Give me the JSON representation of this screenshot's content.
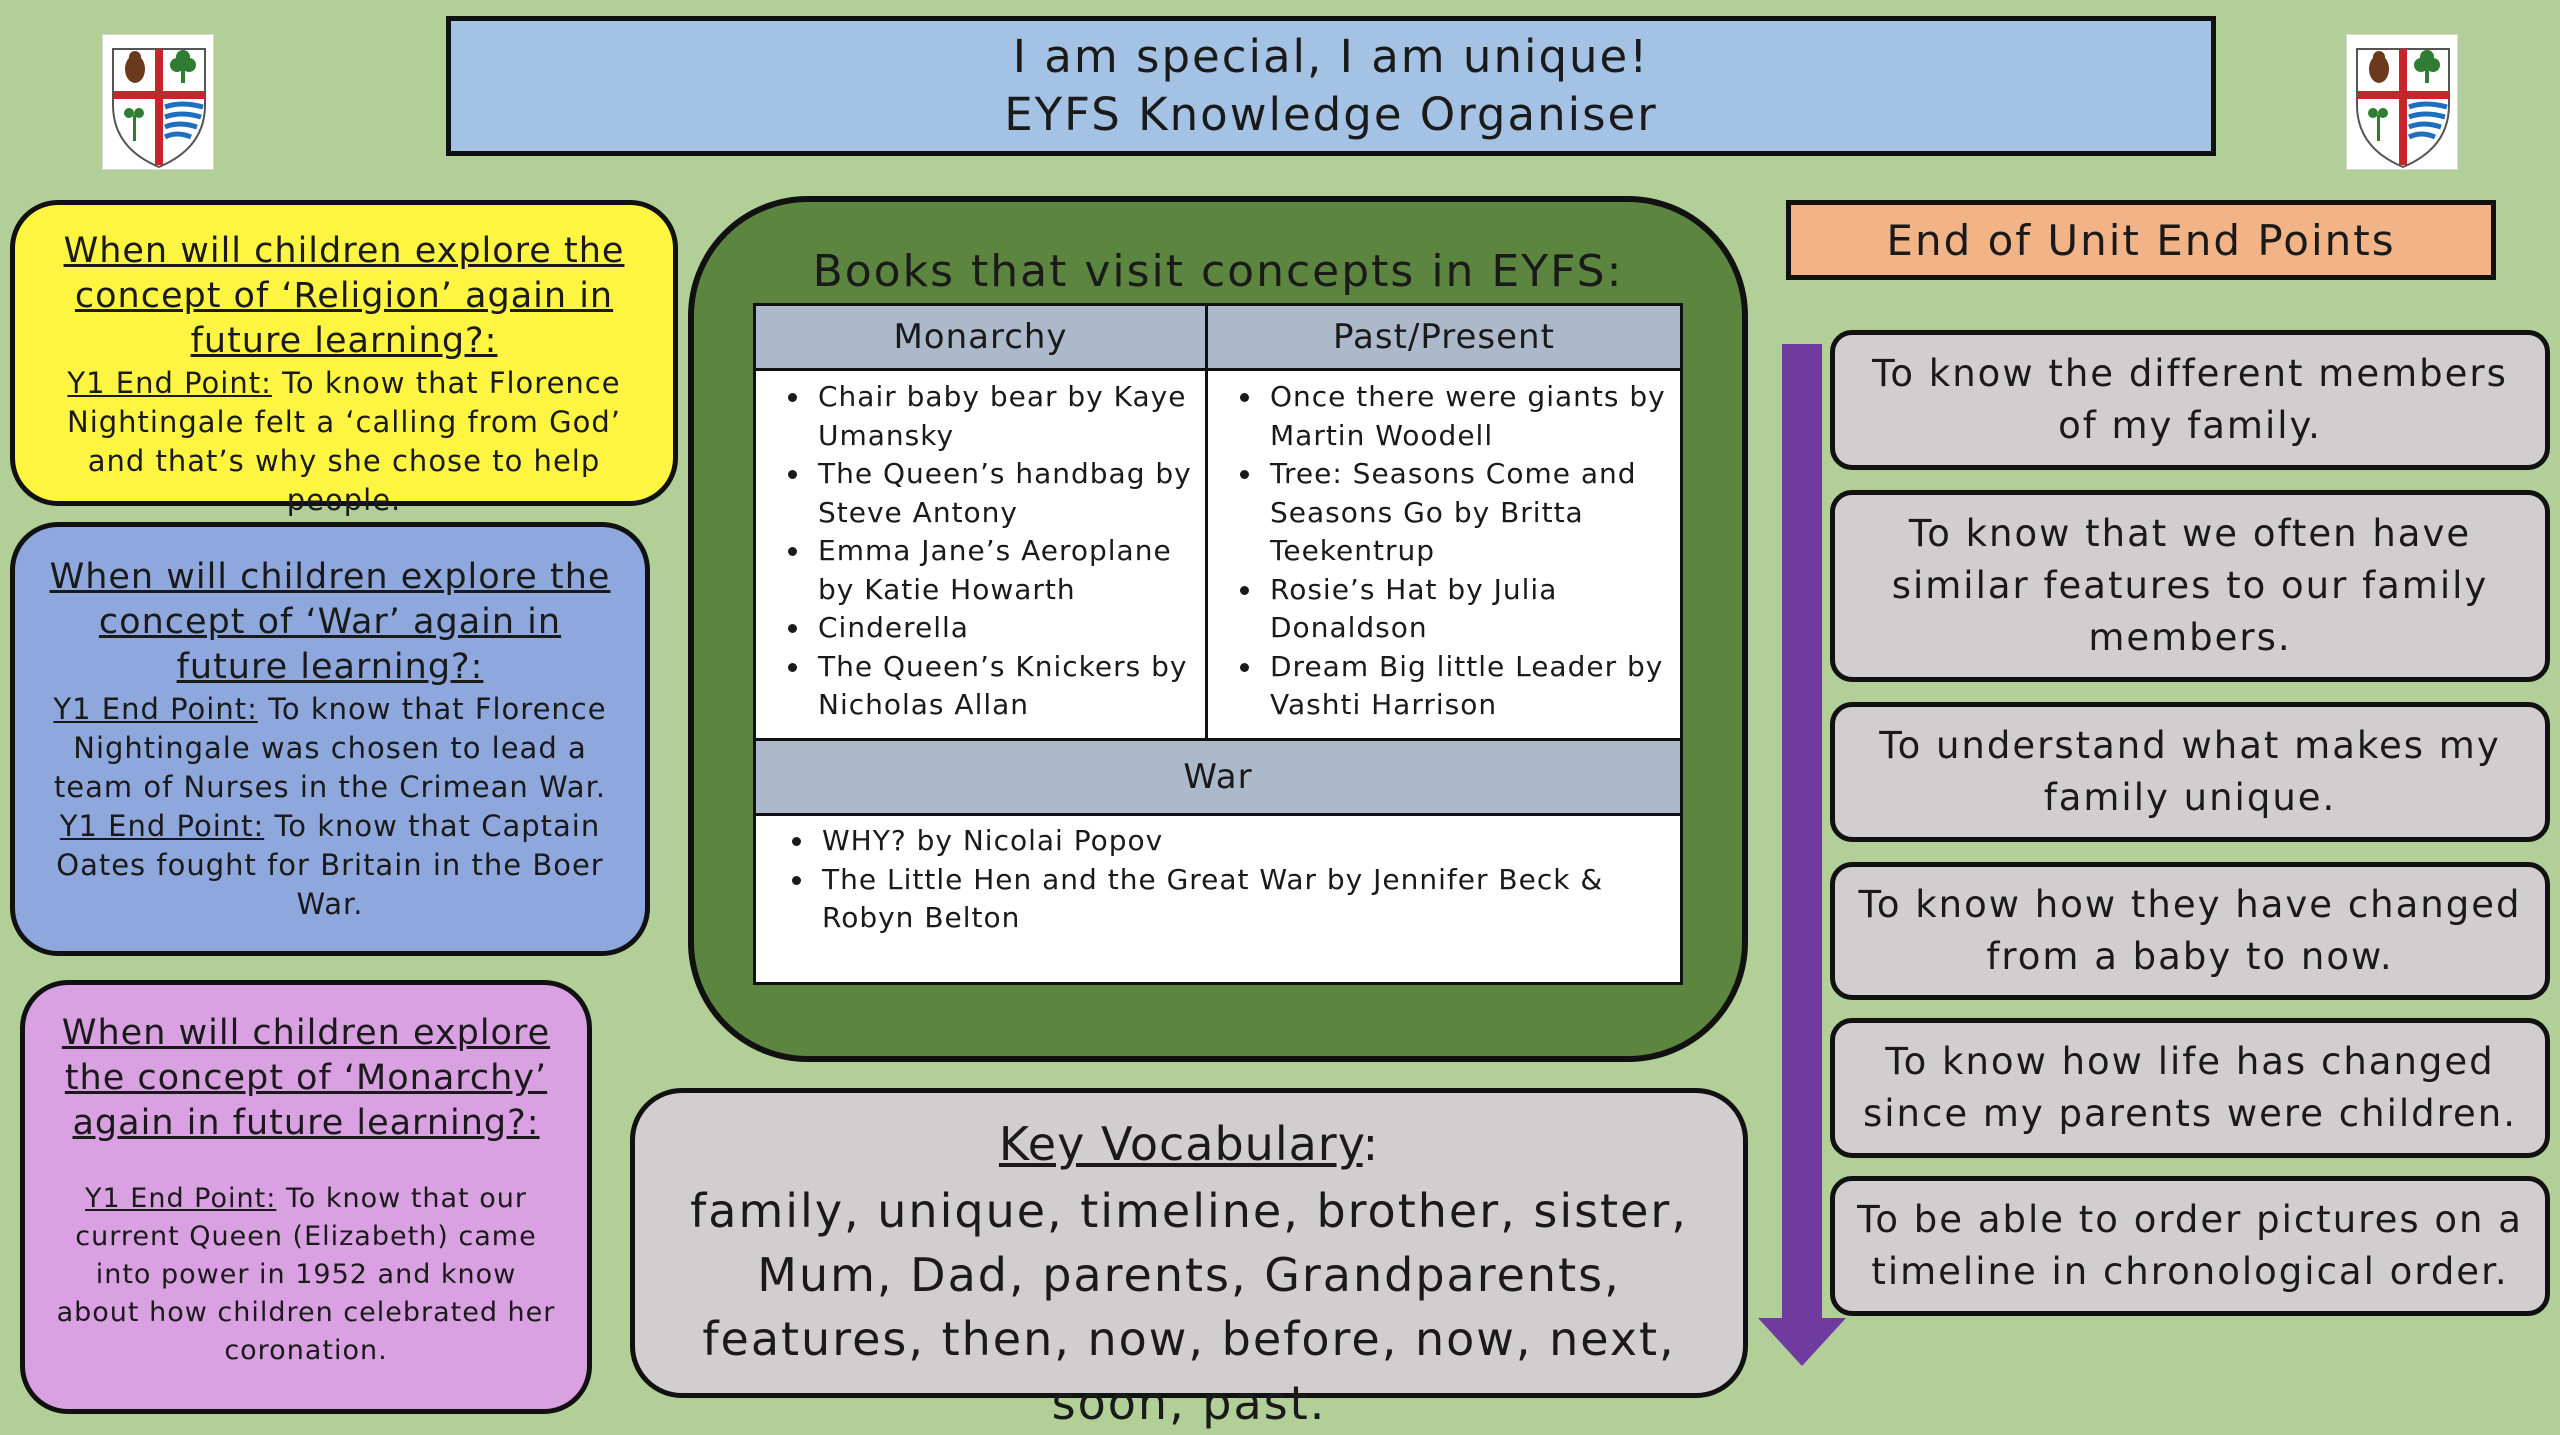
{
  "header": {
    "title_line1": "I am special, I am unique!",
    "title_line2": "EYFS Knowledge Organiser"
  },
  "crest": {
    "icon": "school-crest-icon"
  },
  "religion": {
    "question": "When will children explore the concept of ‘Religion’ again in future learning?:",
    "label": "Y1 End Point:",
    "text": " To know that Florence Nightingale felt a ‘calling from God’ and that’s why she chose to help people."
  },
  "war": {
    "question": "When will children explore the concept of ‘War’ again in future learning?:",
    "label1": "Y1 End Point:",
    "text1": " To know that Florence Nightingale was chosen to lead a team of Nurses in the Crimean War.",
    "label2": "Y1 End Point:",
    "text2": " To know that Captain Oates fought for Britain in the Boer War."
  },
  "monarchy": {
    "question": "When will children explore the concept of ‘Monarchy’ again in future learning?:",
    "label": "Y1 End Point:",
    "text": " To know that our current Queen (Elizabeth) came into power in 1952 and know about how children celebrated her coronation."
  },
  "books": {
    "title": "Books that visit concepts in EYFS:",
    "monarchy_header": "Monarchy",
    "pastpresent_header": "Past/Present",
    "war_header": "War",
    "monarchy": [
      "Chair baby bear by Kaye Umansky",
      "The Queen’s handbag by Steve Antony",
      "Emma Jane’s Aeroplane by Katie Howarth",
      "Cinderella",
      "The Queen’s Knickers by Nicholas Allan"
    ],
    "pastpresent": [
      "Once there were giants by Martin Woodell",
      "Tree: Seasons Come and Seasons Go by Britta Teekentrup",
      "Rosie’s Hat by Julia Donaldson",
      "Dream Big little Leader by Vashti Harrison"
    ],
    "war": [
      "WHY? by Nicolai Popov",
      "The Little Hen and the Great War by Jennifer Beck & Robyn Belton"
    ]
  },
  "vocabulary": {
    "heading": "Key Vocabulary",
    "colon": ":",
    "words": "family, unique, timeline, brother, sister, Mum, Dad, parents, Grandparents, features, then, now, before, now, next, soon, past."
  },
  "end_points": {
    "heading": "End of Unit End Points",
    "items": [
      "To know the different members of my family.",
      "To know that we often have similar features to our family members.",
      "To understand what makes my family unique.",
      "To know how they have changed from a baby to now.",
      "To know how life has changed since my parents were children.",
      "To be able to order pictures on a timeline in chronological order."
    ]
  },
  "colors": {
    "background": "#b1cf96",
    "title_blue": "#a4c2e3",
    "yellow": "#fdf542",
    "blue": "#8ea8dd",
    "pink": "#d9a1e2",
    "green_panel": "#5c853f",
    "grey": "#d0cece",
    "orange": "#f2b486",
    "arrow_purple": "#6f3ba1"
  }
}
